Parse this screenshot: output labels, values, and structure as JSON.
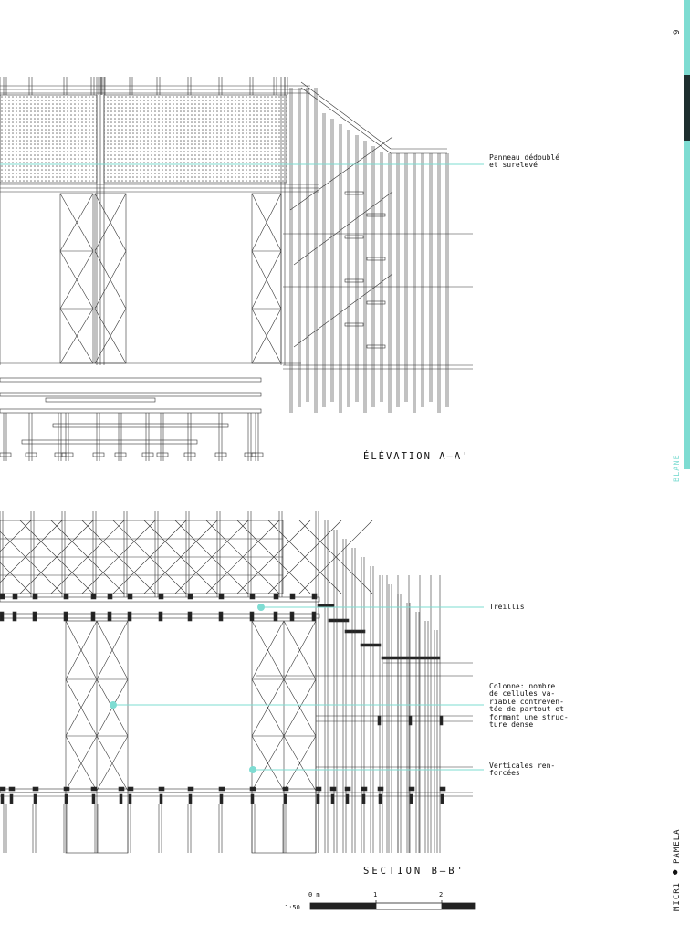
{
  "page_number": "9",
  "sidebar": {
    "category": "BLANE",
    "footer_left": "MICR1",
    "footer_right": "PAMELA",
    "accent_color": "#7edcd2",
    "dark_color": "#1e2f2f"
  },
  "elevation": {
    "title": "ÉLÉVATION A–A'",
    "annotation": "Panneau dédoublé\net surelevé"
  },
  "section": {
    "title": "SECTION  B–B'",
    "annotations": [
      "Treillis",
      "Colonne: nombre\nde cellules va-\nriable contreven-\ntée de partout et\nformant une struc-\nture dense",
      "Verticales ren-\nforcées"
    ]
  },
  "scale_bar": {
    "ratio": "1:50",
    "labels": [
      "0 m",
      "1",
      "2"
    ]
  },
  "colors": {
    "leader": "#7edcd2",
    "line": "#333333"
  }
}
